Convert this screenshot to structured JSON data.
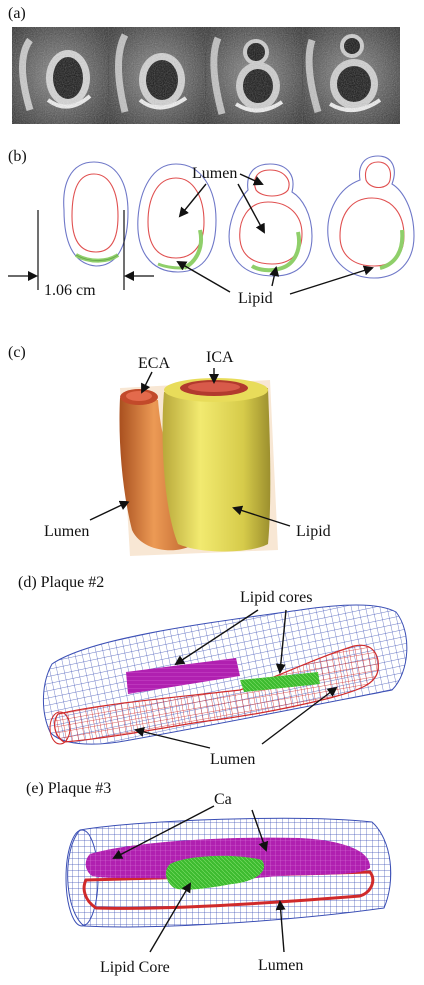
{
  "panels": {
    "a": {
      "label": "(a)"
    },
    "b": {
      "label": "(b)",
      "lumen": "Lumen",
      "lipid": "Lipid",
      "scale": "1.06 cm"
    },
    "c": {
      "label": "(c)",
      "eca": "ECA",
      "ica": "ICA",
      "lumen": "Lumen",
      "lipid": "Lipid"
    },
    "d": {
      "label": "(d) Plaque #2",
      "lipid_cores": "Lipid cores",
      "lumen": "Lumen"
    },
    "e": {
      "label": "(e) Plaque #3",
      "ca": "Ca",
      "lipid_core": "Lipid Core",
      "lumen": "Lumen"
    }
  },
  "colors": {
    "contour_outer": "#6f78c8",
    "contour_lumen": "#e05050",
    "contour_lipid": "#8fcf6a",
    "mesh_blue": "#3b4fb5",
    "mesh_red": "#d02a2a",
    "ca_magenta": "#b020b0",
    "lipid_green": "#3dbb2f",
    "ica_yellow": "#d9cf4a",
    "eca_orange": "#d8753a"
  }
}
